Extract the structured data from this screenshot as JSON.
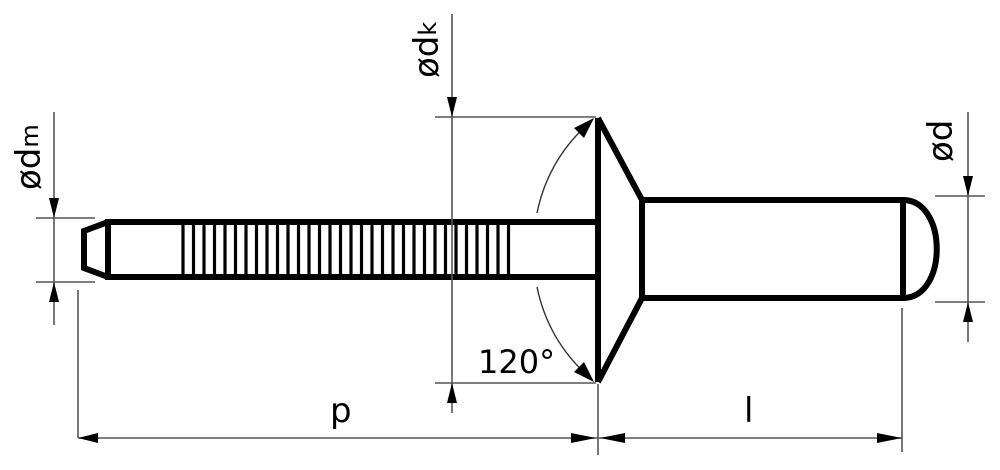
{
  "diagram": {
    "subject": "blind rivet with countersunk head",
    "colors": {
      "line": "#000000",
      "dimension_line": "#555555",
      "background": "#ffffff"
    },
    "labels": {
      "dm": {
        "symbol": "ø",
        "base": "d",
        "sub": "m"
      },
      "dk": {
        "symbol": "ø",
        "base": "d",
        "sub": "k"
      },
      "d": {
        "symbol": "ø",
        "base": "d",
        "sub": ""
      },
      "angle": "120°",
      "p": "p",
      "l": "l"
    },
    "parts": [
      "mandrel",
      "mandrel-grooves",
      "countersunk-head",
      "rivet-body",
      "rounded-end"
    ]
  }
}
